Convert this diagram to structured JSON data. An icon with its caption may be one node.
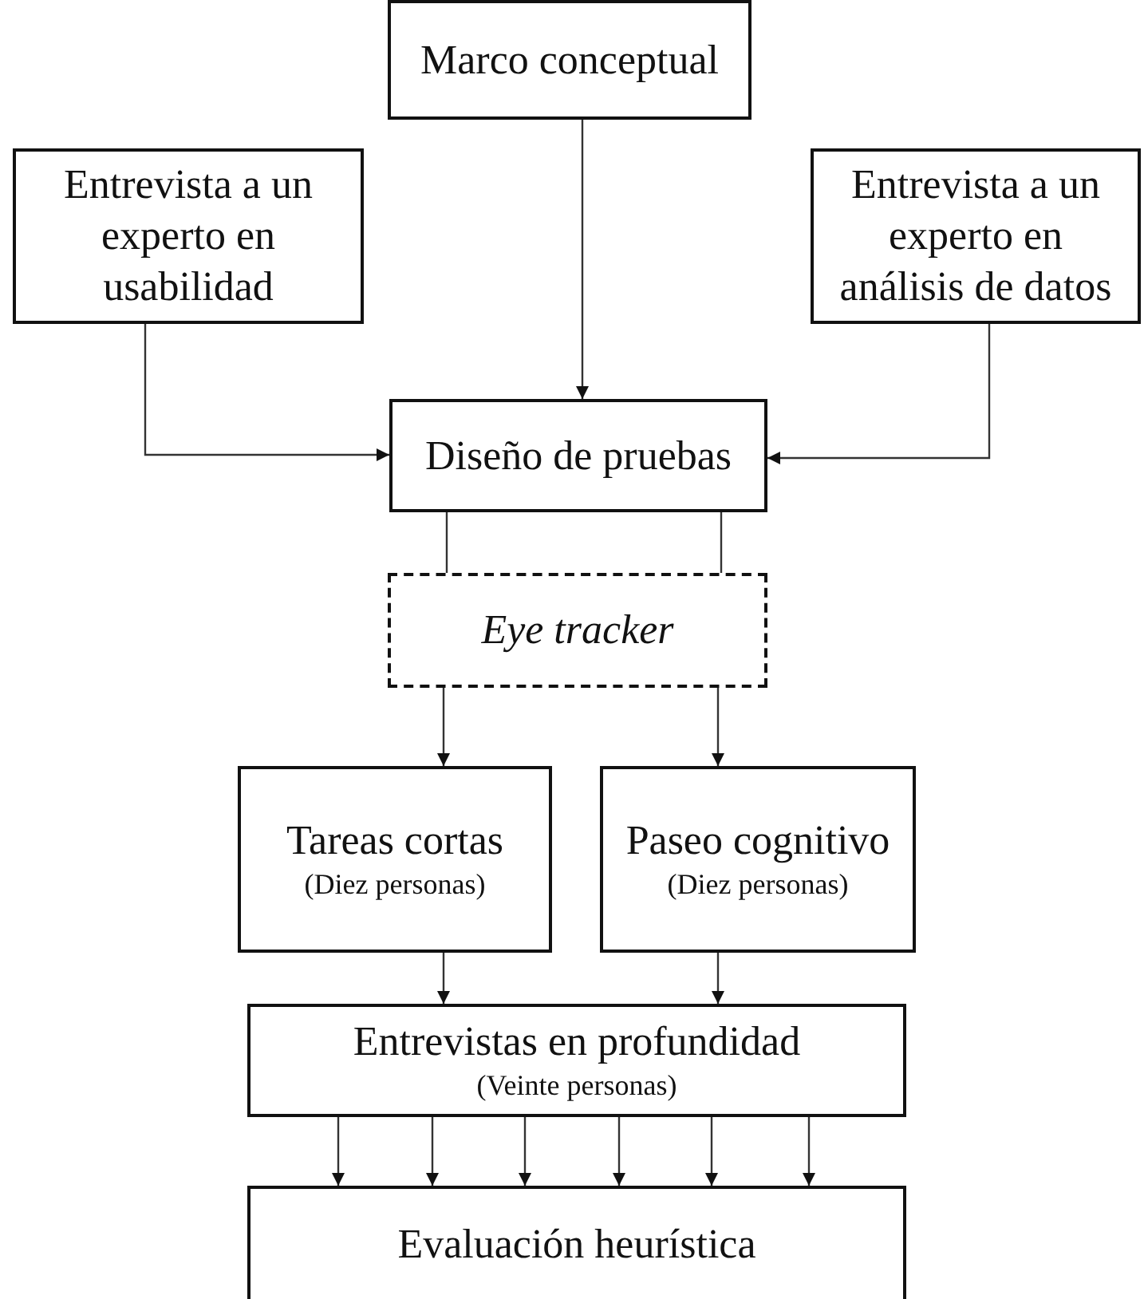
{
  "diagram": {
    "nodes": [
      {
        "text": [
          "Marco conceptual"
        ]
      },
      {
        "text": [
          "Entrevista a un experto en usabilidad"
        ]
      },
      {
        "text": [
          "Entrevista a un experto en análisis de datos"
        ]
      },
      {
        "text": [
          "Diseño de pruebas"
        ]
      },
      {
        "text": [
          "Eye tracker"
        ]
      },
      {
        "text": [
          "Tareas cortas",
          "(Diez personas)"
        ]
      },
      {
        "text": [
          "Paseo cognitivo",
          "(Diez personas)"
        ]
      },
      {
        "text": [
          "Entrevistas en profundidad",
          "(Veinte personas)"
        ]
      },
      {
        "text": [
          "Evaluación heurística"
        ]
      }
    ],
    "edges": [
      {
        "from": 0,
        "to": 3,
        "arrow": "to"
      },
      {
        "from": 1,
        "to": 3,
        "arrow": "to"
      },
      {
        "from": 2,
        "to": 3,
        "arrow": "to"
      },
      {
        "from": 3,
        "to": 4,
        "arrow": "none"
      },
      {
        "from": 3,
        "to": 4,
        "arrow": "none"
      },
      {
        "from": 4,
        "to": 5,
        "arrow": "to"
      },
      {
        "from": 4,
        "to": 6,
        "arrow": "to"
      },
      {
        "from": 5,
        "to": 7,
        "arrow": "to"
      },
      {
        "from": 6,
        "to": 7,
        "arrow": "to"
      },
      {
        "from": 7,
        "to": 8,
        "arrow": "to"
      },
      {
        "from": 7,
        "to": 8,
        "arrow": "to"
      },
      {
        "from": 7,
        "to": 8,
        "arrow": "to"
      },
      {
        "from": 7,
        "to": 8,
        "arrow": "to"
      },
      {
        "from": 7,
        "to": 8,
        "arrow": "to"
      },
      {
        "from": 7,
        "to": 8,
        "arrow": "to"
      }
    ]
  }
}
